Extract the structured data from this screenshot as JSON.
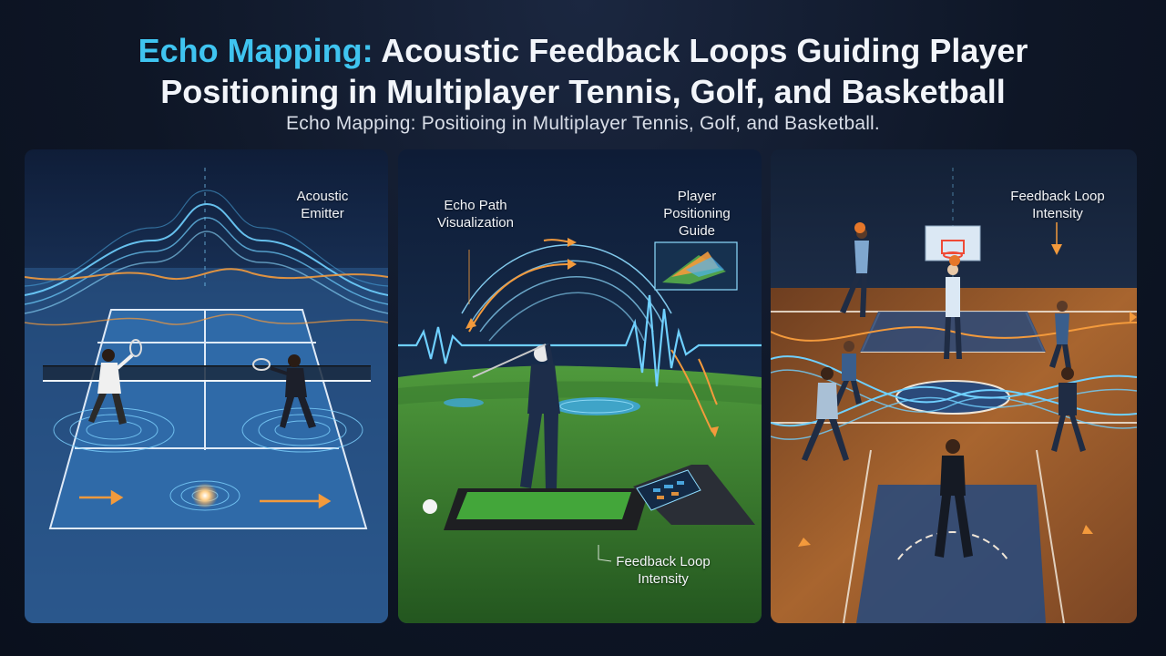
{
  "header": {
    "title_accent": "Echo Mapping:",
    "title_rest": " Acoustic Feedback Loops Guiding Player",
    "title_line2": "Positioning in Multiplayer Tennis, Golf, and Basketball",
    "subtitle": "Echo Mapping: Positioing in Multiplayer Tennis, Golf, and Basketball."
  },
  "tennis": {
    "label_emitter_1": "Acoustic",
    "label_emitter_2": "Emitter"
  },
  "golf": {
    "label_path_1": "Echo Path",
    "label_path_2": "Visualization",
    "label_guide_1": "Player",
    "label_guide_2": "Positioning",
    "label_guide_3": "Guide",
    "label_intensity_1": "Feedback Loop",
    "label_intensity_2": "Intensity"
  },
  "basketball": {
    "label_intensity_1": "Feedback Loop",
    "label_intensity_2": "Intensity"
  },
  "colors": {
    "accent": "#3fc4f0",
    "wave_blue": "#6fd0ff",
    "wave_orange": "#f39a3c",
    "court_blue": "#2f5c96",
    "grass": "#3f8a34",
    "wood": "#9a5a2c"
  }
}
